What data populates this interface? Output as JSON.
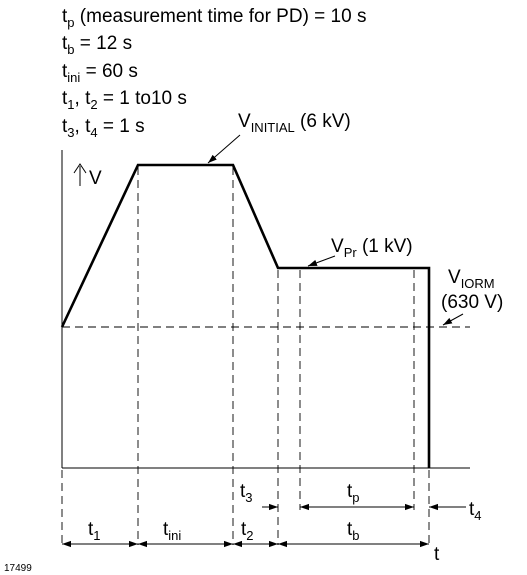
{
  "header": {
    "tp": {
      "sym": "t",
      "sub": "p",
      "text": " (measurement time for PD) = 10 s"
    },
    "tb": {
      "sym": "t",
      "sub": "b",
      "text": " = 12 s"
    },
    "tini": {
      "sym": "t",
      "sub": "ini",
      "text": " = 60 s"
    },
    "t12": {
      "sym1": "t",
      "sub1": "1",
      "mid": ", t",
      "sub2": "2",
      "text": " = 1 to10 s"
    },
    "t34": {
      "sym1": "t",
      "sub1": "3",
      "mid": ", t",
      "sub2": "4",
      "text": " = 1 s"
    }
  },
  "axes": {
    "y_label": "V",
    "x_label": "t"
  },
  "levels": {
    "initial": {
      "sym": "V",
      "sub": "INITIAL",
      "text": " (6 kV)"
    },
    "pr": {
      "sym": "V",
      "sub": "Pr",
      "text": " (1 kV)"
    },
    "iorm": {
      "sym": "V",
      "sub": "IORM",
      "value": "(630 V)"
    }
  },
  "intervals": {
    "t1": {
      "sym": "t",
      "sub": "1"
    },
    "tini": {
      "sym": "t",
      "sub": "ini"
    },
    "t2": {
      "sym": "t",
      "sub": "2"
    },
    "t3": {
      "sym": "t",
      "sub": "3"
    },
    "tp": {
      "sym": "t",
      "sub": "p"
    },
    "tb": {
      "sym": "t",
      "sub": "b"
    },
    "t4": {
      "sym": "t",
      "sub": "4"
    }
  },
  "figure_number": "17499"
}
